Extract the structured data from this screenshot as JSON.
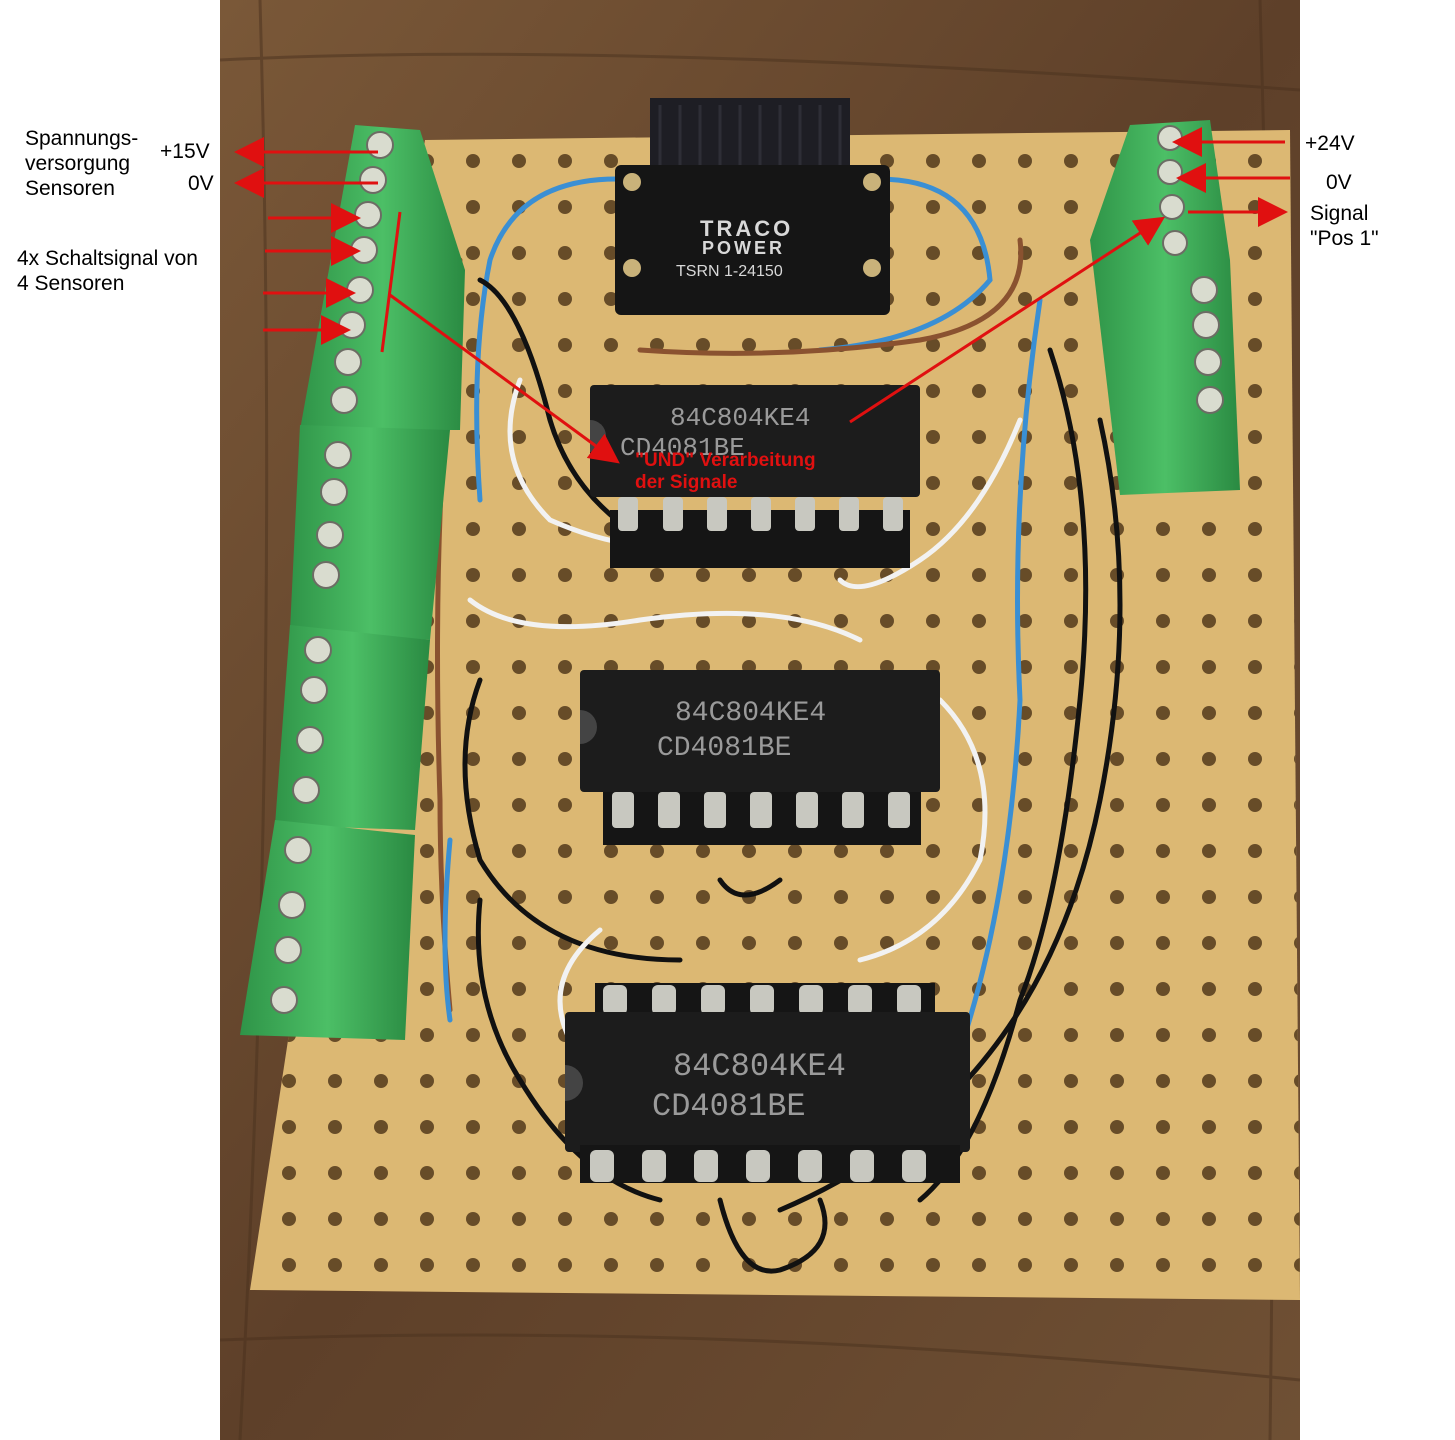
{
  "labels": {
    "left_supply": "Spannungs-\nversorgung\nSensoren",
    "left_plus15": "+15V",
    "left_0v": "0V",
    "left_signals": "4x Schaltsignal von\n4 Sensoren",
    "right_plus24": "+24V",
    "right_0v": "0V",
    "right_signal": "Signal\n\"Pos 1\"",
    "und_note": "\"UND\" Verarbeitung\nder Signale"
  },
  "components": {
    "converter_brand_1": "TRACO",
    "converter_brand_2": "POWER",
    "converter_model": "TSRN 1-24150",
    "chip_code": "84C804KE4",
    "chip_part": "CD4081BE"
  },
  "colors": {
    "arrow": "#e01010",
    "board": "#d9b56e",
    "terminal": "#3fae5a",
    "wood": "#6b4a30",
    "ic": "#1c1c1c"
  }
}
